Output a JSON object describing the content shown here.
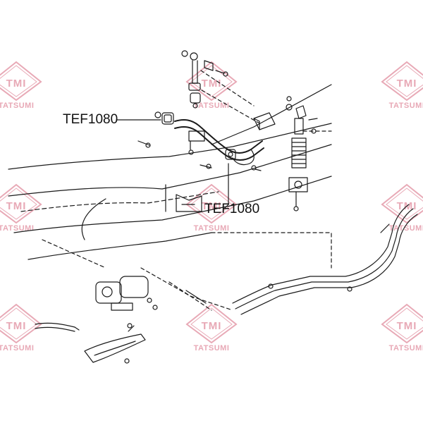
{
  "callouts": [
    {
      "text": "TEF1080"
    },
    {
      "text": "TEF1080"
    }
  ],
  "watermark": {
    "logo_text": "TMI",
    "brand_text": "TATSUMI",
    "color": "#e8a9b6"
  },
  "colors": {
    "line": "#1a1a1a",
    "watermark": "#e8a9b6"
  }
}
